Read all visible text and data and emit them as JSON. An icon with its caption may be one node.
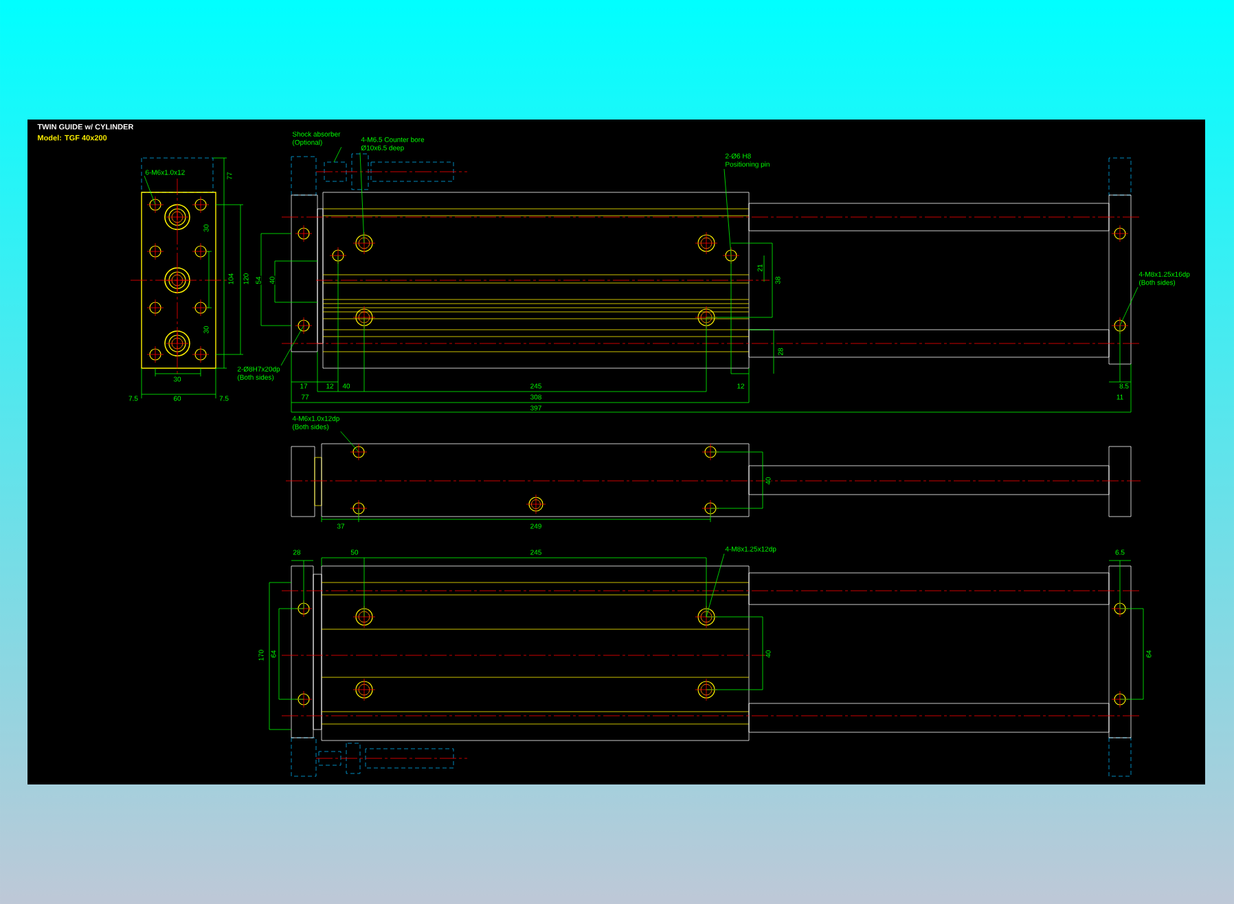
{
  "diagram": {
    "title": "TWIN GUIDE w/ CYLINDER",
    "nodes": [
      {
        "text": [
          "Shock absorber",
          "(Optional)"
        ]
      },
      {
        "text": [
          "4-M6.5 Counter bore",
          "Ø10x6.5 deep"
        ]
      },
      {
        "text": [
          "2-Ø6 H8",
          "Positioning pin"
        ]
      },
      {
        "text": [
          "4-M8x1.25x16dp",
          "(Both sides)"
        ]
      },
      {
        "text": [
          "2-Ø8H7x20dp",
          "(Both sides)"
        ]
      },
      {
        "text": [
          "6-M6x1.0x12"
        ]
      },
      {
        "text": [
          "4-M6x1.0x12dp",
          "(Both sides)"
        ]
      },
      {
        "text": [
          "4-M8x1.25x12dp"
        ]
      }
    ],
    "edges": [
      {
        "from": 0,
        "to": null,
        "arrow": "none"
      },
      {
        "from": 1,
        "to": null,
        "arrow": "none"
      },
      {
        "from": 2,
        "to": null,
        "arrow": "none"
      },
      {
        "from": 3,
        "to": null,
        "arrow": "none"
      },
      {
        "from": 4,
        "to": null,
        "arrow": "none"
      },
      {
        "from": 5,
        "to": null,
        "arrow": "none"
      },
      {
        "from": 6,
        "to": null,
        "arrow": "none"
      },
      {
        "from": 7,
        "to": null,
        "arrow": "none"
      }
    ],
    "labels": [
      "Model: TGF 40x200",
      "77",
      "30",
      "104",
      "120",
      "30",
      "30",
      "7.5",
      "60",
      "7.5",
      "21",
      "54",
      "40",
      "38",
      "28",
      "17",
      "12",
      "40",
      "245",
      "12",
      "8.5",
      "77",
      "308",
      "11",
      "397",
      "40",
      "37",
      "249",
      "28",
      "50",
      "245",
      "6.5",
      "170",
      "64",
      "40",
      "64"
    ]
  }
}
